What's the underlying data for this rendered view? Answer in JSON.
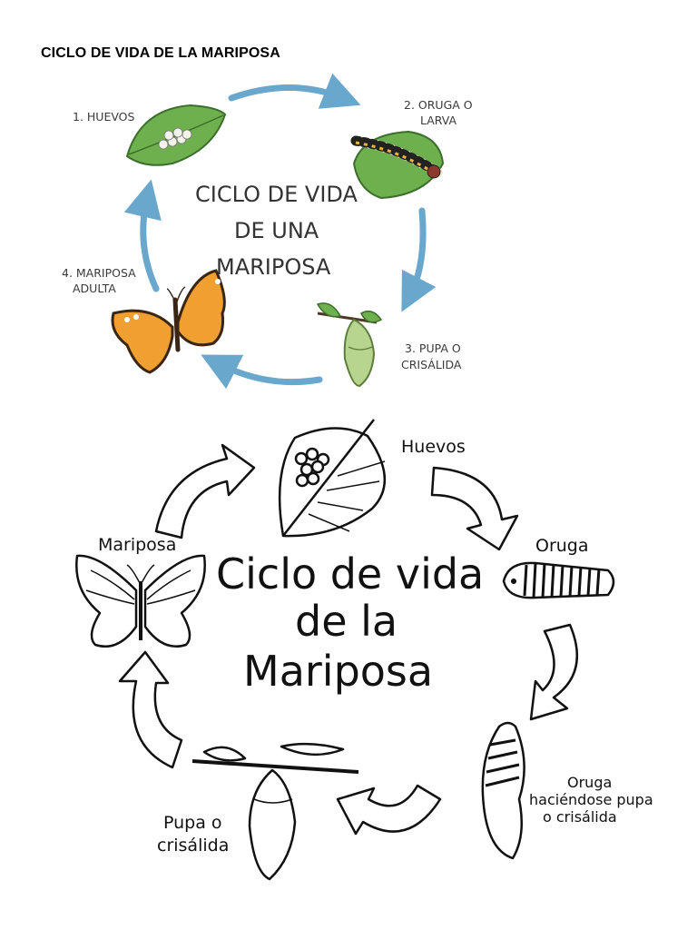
{
  "page": {
    "heading": "CICLO DE VIDA DE LA MARIPOSA"
  },
  "diagram_color": {
    "center_lines": [
      "CICLO DE VIDA",
      "DE UNA",
      "MARIPOSA"
    ],
    "stages": [
      {
        "lines": [
          "1. HUEVOS"
        ]
      },
      {
        "lines": [
          "2. ORUGA O",
          "LARVA"
        ]
      },
      {
        "lines": [
          "3. PUPA O",
          "CRISÁLIDA"
        ]
      },
      {
        "lines": [
          "4. MARIPOSA",
          "ADULTA"
        ]
      }
    ],
    "colors": {
      "arrow": "#6aa7cc",
      "leaf": "#6fb04e",
      "wing": "#f0a030"
    }
  },
  "diagram_outline": {
    "center_lines": [
      "Ciclo de vida",
      "de la",
      "Mariposa"
    ],
    "stages": [
      {
        "lines": [
          "Huevos"
        ]
      },
      {
        "lines": [
          "Oruga"
        ]
      },
      {
        "lines": [
          "Oruga",
          "haciéndose pupa",
          "o crisálida"
        ]
      },
      {
        "lines": [
          "Pupa o",
          "crisálida"
        ]
      },
      {
        "lines": [
          "Mariposa"
        ]
      }
    ]
  }
}
